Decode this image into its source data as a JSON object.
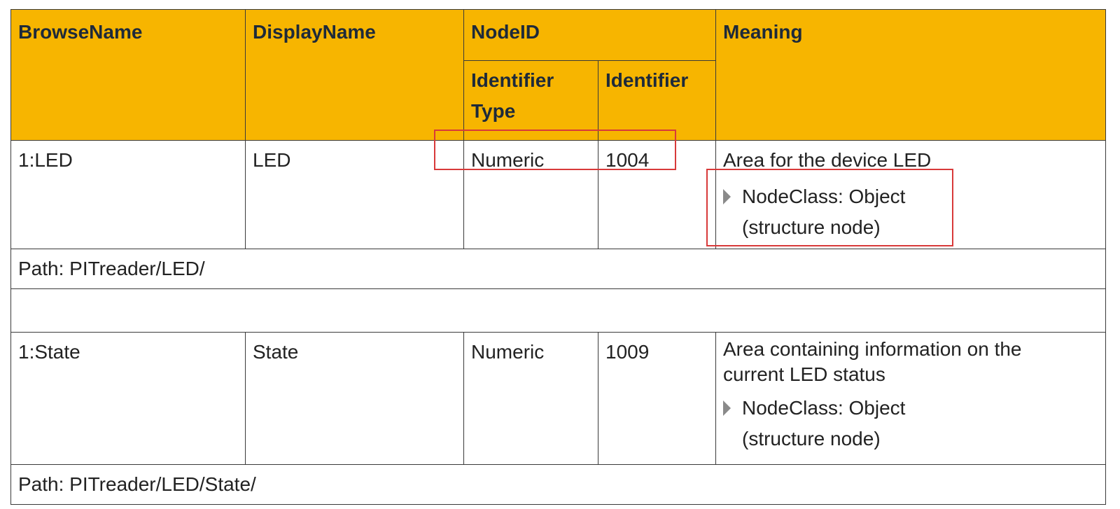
{
  "headers": {
    "browse_name": "BrowseName",
    "display_name": "DisplayName",
    "node_id": "NodeID",
    "identifier_type": "Identifier Type",
    "identifier": "Identifier",
    "meaning": "Meaning"
  },
  "rows": [
    {
      "browse_name": "1:LED",
      "display_name": "LED",
      "identifier_type": "Numeric",
      "identifier": "1004",
      "meaning": "Area for the device LED",
      "bullet_line1": "NodeClass: Object",
      "bullet_line2": "(structure node)",
      "path": "Path: PITreader/LED/"
    },
    {
      "browse_name": "1:State",
      "display_name": "State",
      "identifier_type": "Numeric",
      "identifier": "1009",
      "meaning_line1": "Area containing information on the",
      "meaning_line2": "current LED status",
      "bullet_line1": "NodeClass: Object",
      "bullet_line2": "(structure node)",
      "path": "Path: PITreader/LED/State/"
    }
  ],
  "colors": {
    "header_bg": "#f7b500",
    "highlight_box": "#d83a3a",
    "border": "#3a3a3a"
  },
  "icons": {
    "bullet": "triangle-right-icon"
  }
}
